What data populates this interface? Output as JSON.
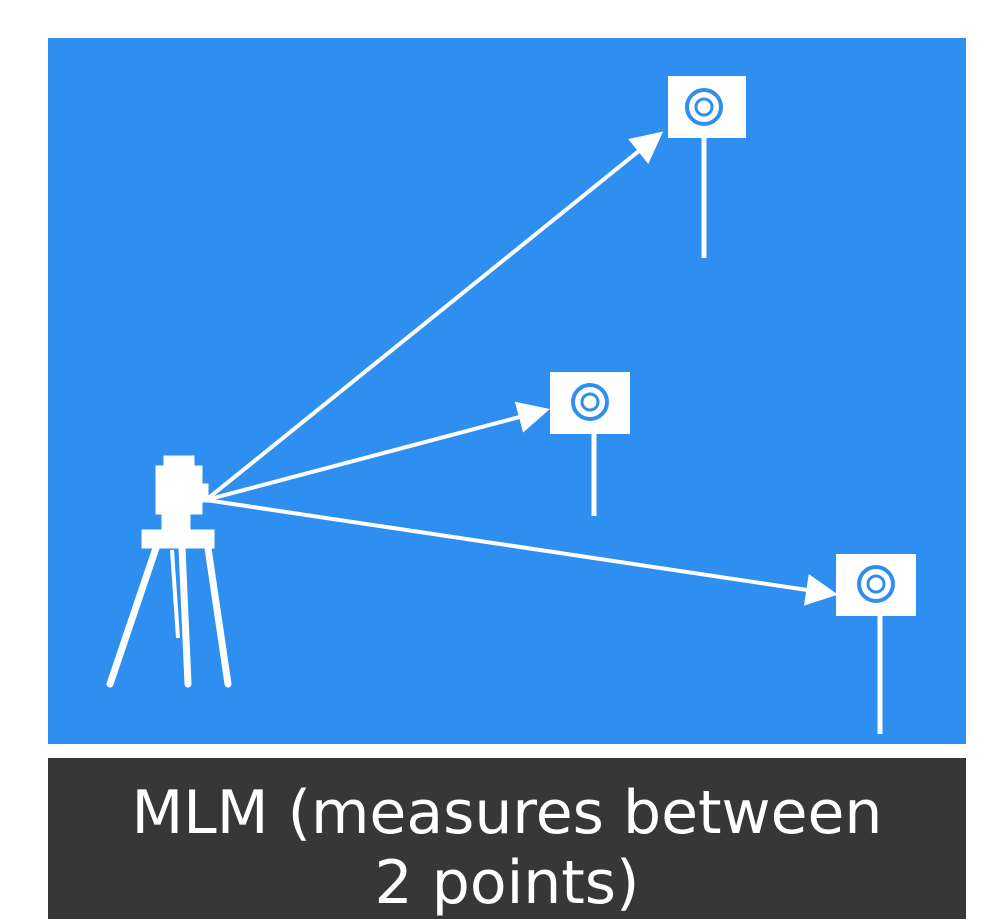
{
  "colors": {
    "panel_background": "#2f8ff0",
    "line_color": "#ffffff",
    "caption_background": "#373737",
    "caption_text": "#ffffff"
  },
  "caption": {
    "line1": "MLM (measures between",
    "line2": "2 points)"
  },
  "icons": {
    "instrument": "total-station-on-tripod-icon",
    "target": "prism-target-on-pole-icon",
    "arrow": "measurement-arrow"
  }
}
